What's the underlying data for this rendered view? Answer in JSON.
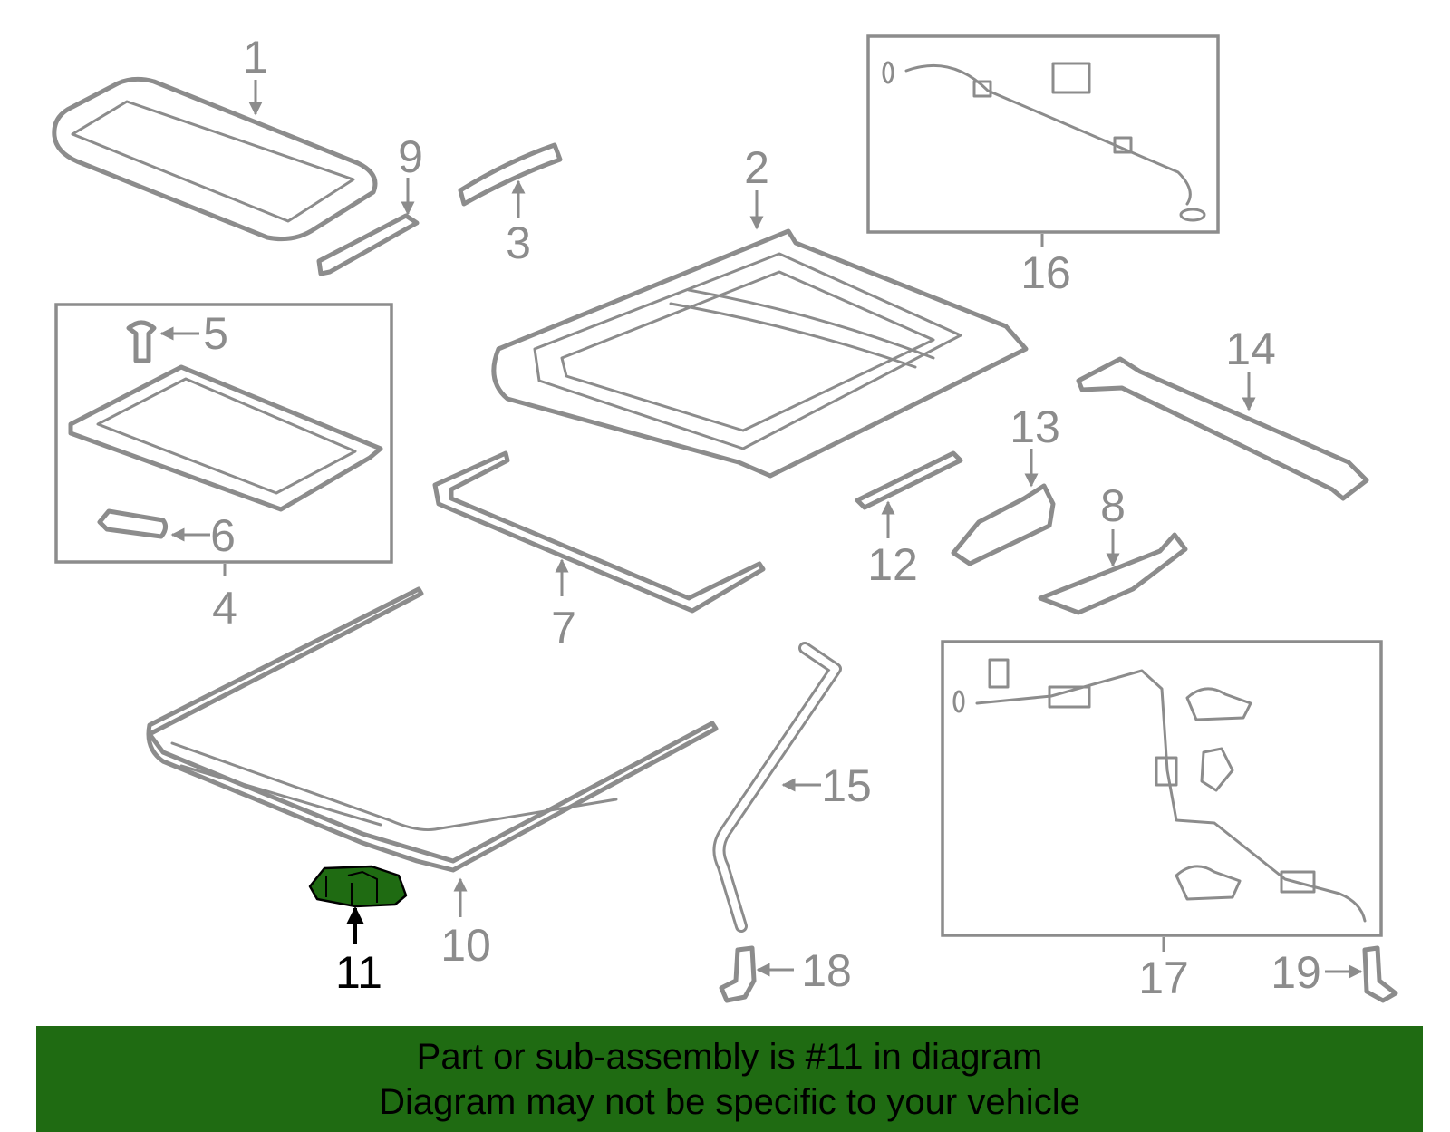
{
  "callouts": {
    "c1": "1",
    "c2": "2",
    "c3": "3",
    "c4": "4",
    "c5": "5",
    "c6": "6",
    "c7": "7",
    "c8": "8",
    "c9": "9",
    "c10": "10",
    "c11": "11",
    "c12": "12",
    "c13": "13",
    "c14": "14",
    "c15": "15",
    "c16": "16",
    "c17": "17",
    "c18": "18",
    "c19": "19"
  },
  "highlighted_part": "11",
  "colors": {
    "highlight": "#1f6b12",
    "line": "#8c8c8c",
    "banner": "#1f6b12"
  },
  "banner": {
    "line1": "Part or sub-assembly is #11 in diagram",
    "line2": "Diagram may not be specific to your vehicle"
  }
}
